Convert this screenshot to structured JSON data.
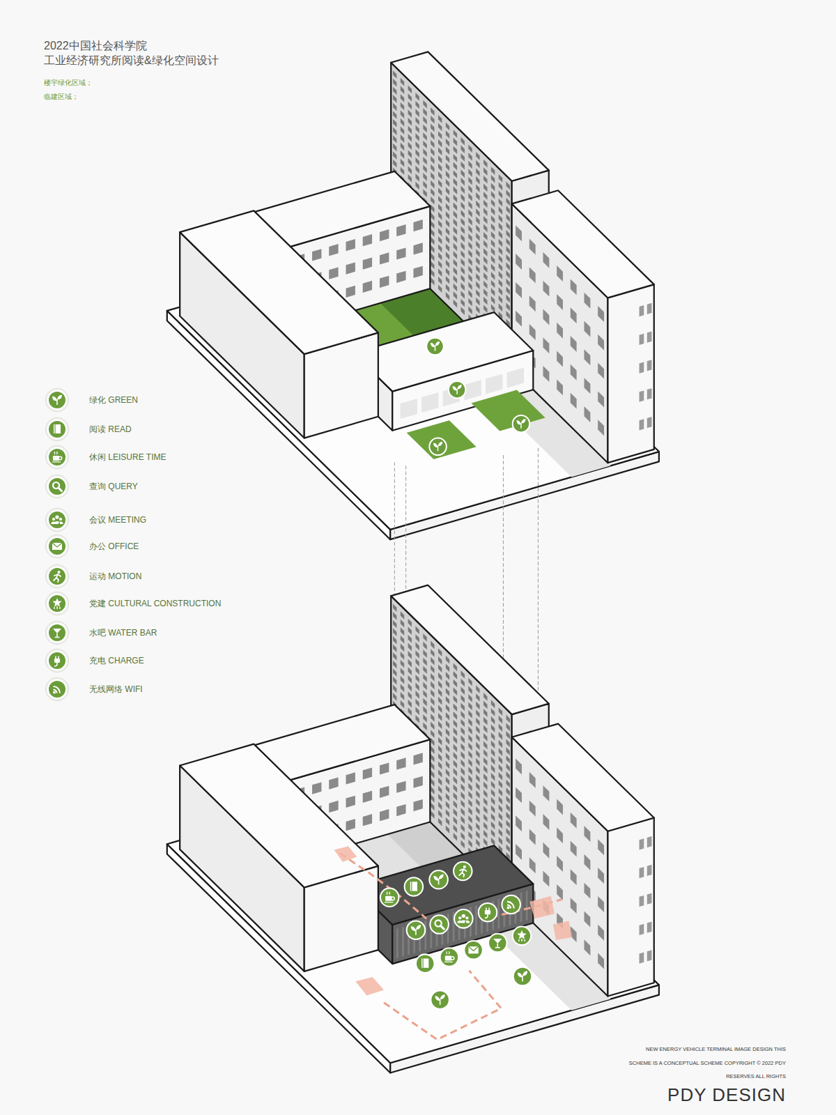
{
  "diagram": {
    "title": "2022中国社会科学院 工业经济研究所阅读&绿化空间设计",
    "labels": [
      "楼宇绿化区域；",
      "临建区域；",
      "NEW ENERGY VEHICLE TERMINAL IMAGE DESIGN THIS SCHEME IS A CONCEPTUAL SCHEME COPYRIGHT © 2022 PDY RESERVES ALL RIGHTS",
      "PDY DESIGN"
    ],
    "legend": [
      {
        "text": "绿化 GREEN"
      },
      {
        "text": "阅读 READ"
      },
      {
        "text": "休闲 LEISURE TIME"
      },
      {
        "text": "查询 QUERY"
      },
      {
        "text": "会议 MEETING"
      },
      {
        "text": "办公 OFFICE"
      },
      {
        "text": "运动 MOTION"
      },
      {
        "text": "党建 CULTURAL CONSTRUCTION"
      },
      {
        "text": "水吧 WATER BAR"
      },
      {
        "text": "充电 CHARGE"
      },
      {
        "text": "无线网络 WIFI"
      }
    ]
  }
}
